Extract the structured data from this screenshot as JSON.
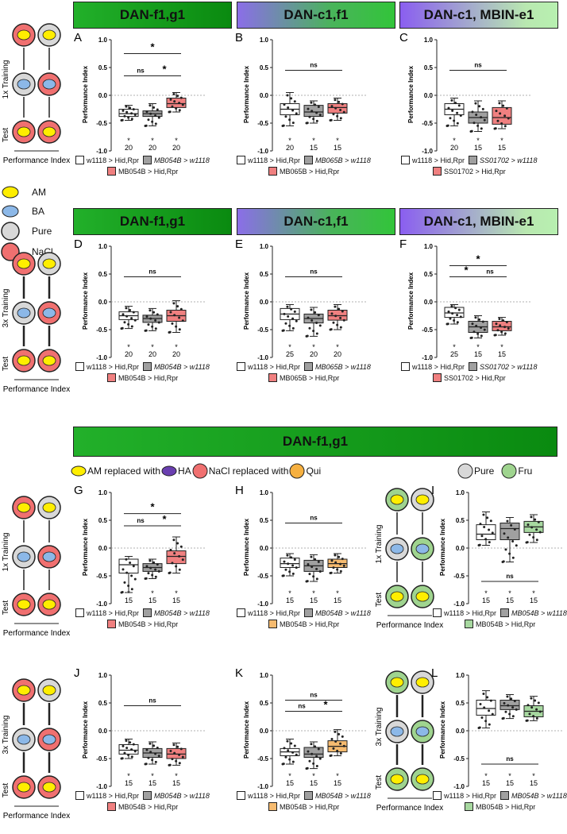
{
  "headers_top": [
    "DAN-f1,g1",
    "DAN-c1,f1",
    "DAN-c1, MBIN-e1"
  ],
  "header_big": "DAN-f1,g1",
  "row2_legend": {
    "am": "AM replaced with",
    "ha": "HA",
    "nacl": "NaCl replaced with",
    "qui": "Qui",
    "pure": "Pure",
    "fru": "Fru"
  },
  "side_legend": {
    "am": "AM",
    "ba": "BA",
    "pure": "Pure",
    "nacl": "NaCl"
  },
  "side_labels": {
    "t1": "1x Training",
    "t3": "3x Training",
    "test": "Test",
    "pi": "Performance Index"
  },
  "ylabel": "Performance Index",
  "colors": {
    "white": "#ffffff",
    "gray": "#a0a0a0",
    "red": "#f08080",
    "orange": "#f6bb70",
    "green": "#a7d8a0"
  },
  "panels": [
    {
      "id": "A",
      "ns": "20",
      "n": [
        "20",
        "20",
        "20"
      ],
      "fill3": "red",
      "g1": "w1118 > Hid,Rpr",
      "g2": "MB054B > w1118",
      "g3": "MB054B > Hid,Rpr",
      "sig": [
        [
          "*",
          0,
          2,
          0.75
        ],
        [
          "ns",
          0,
          1,
          0.35
        ],
        [
          "*",
          1,
          2,
          0.35
        ]
      ],
      "box": [
        [
          -0.45,
          -0.38,
          -0.33,
          -0.25,
          -0.18
        ],
        [
          -0.55,
          -0.38,
          -0.33,
          -0.28,
          -0.15
        ],
        [
          -0.3,
          -0.22,
          -0.15,
          -0.05,
          0.05
        ]
      ]
    },
    {
      "id": "B",
      "n": [
        "20",
        "15",
        "15"
      ],
      "fill3": "red",
      "g1": "w1118 > Hid,Rpr",
      "g2": "MB065B > w1118",
      "g3": "MB065B > Hid,Rpr",
      "sig": [
        [
          "ns",
          0,
          2,
          0.45
        ]
      ],
      "box": [
        [
          -0.55,
          -0.35,
          -0.25,
          -0.15,
          0.05
        ],
        [
          -0.5,
          -0.38,
          -0.3,
          -0.18,
          -0.1
        ],
        [
          -0.45,
          -0.32,
          -0.22,
          -0.15,
          -0.05
        ]
      ]
    },
    {
      "id": "C",
      "n": [
        "20",
        "15",
        "15"
      ],
      "fill3": "red",
      "g1": "w1118 > Hid,Rpr",
      "g2": "SS01702 > w1118",
      "g3": "SS01702 > Hid,Rpr",
      "sig": [
        [
          "ns",
          0,
          2,
          0.45
        ]
      ],
      "box": [
        [
          -0.55,
          -0.35,
          -0.25,
          -0.15,
          -0.05
        ],
        [
          -0.65,
          -0.5,
          -0.4,
          -0.3,
          -0.1
        ],
        [
          -0.6,
          -0.52,
          -0.4,
          -0.22,
          -0.1
        ]
      ]
    },
    {
      "id": "D",
      "n": [
        "20",
        "20",
        "20"
      ],
      "fill3": "red",
      "g1": "w1118 > Hid,Rpr",
      "g2": "MB054B > w1118",
      "g3": "MB054B > Hid,Rpr",
      "sig": [
        [
          "ns",
          0,
          2,
          0.45
        ]
      ],
      "box": [
        [
          -0.48,
          -0.32,
          -0.25,
          -0.18,
          -0.08
        ],
        [
          -0.52,
          -0.37,
          -0.3,
          -0.24,
          -0.12
        ],
        [
          -0.55,
          -0.35,
          -0.25,
          -0.15,
          0.02
        ]
      ]
    },
    {
      "id": "E",
      "n": [
        "25",
        "20",
        "20"
      ],
      "fill3": "red",
      "g1": "w1118 > Hid,Rpr",
      "g2": "MB065B > w1118",
      "g3": "MB065B > Hid,Rpr",
      "sig": [
        [
          "ns",
          0,
          2,
          0.45
        ]
      ],
      "box": [
        [
          -0.52,
          -0.32,
          -0.22,
          -0.12,
          -0.05
        ],
        [
          -0.62,
          -0.38,
          -0.3,
          -0.22,
          -0.1
        ],
        [
          -0.5,
          -0.33,
          -0.25,
          -0.15,
          -0.05
        ]
      ]
    },
    {
      "id": "F",
      "n": [
        "25",
        "15",
        "15"
      ],
      "fill3": "red",
      "g1": "w1118 > Hid,Rpr",
      "g2": "SS01702 > w1118",
      "g3": "SS01702 > Hid,Rpr",
      "sig": [
        [
          "*",
          0,
          2,
          0.65
        ],
        [
          "*",
          0,
          1,
          0.45
        ],
        [
          "ns",
          1,
          2,
          0.45
        ]
      ],
      "box": [
        [
          -0.4,
          -0.28,
          -0.2,
          -0.1,
          -0.05
        ],
        [
          -0.65,
          -0.55,
          -0.45,
          -0.35,
          -0.25
        ],
        [
          -0.6,
          -0.52,
          -0.45,
          -0.35,
          -0.28
        ]
      ]
    },
    {
      "id": "G",
      "n": [
        "15",
        "15",
        "15"
      ],
      "fill3": "red",
      "g1": "w1118 > Hid,Rpr",
      "g2": "MB054B > w1118",
      "g3": "MB054B > Hid,Rpr",
      "sig": [
        [
          "*",
          0,
          2,
          0.62
        ],
        [
          "ns",
          0,
          1,
          0.4
        ],
        [
          "*",
          1,
          2,
          0.4
        ]
      ],
      "box": [
        [
          -0.8,
          -0.45,
          -0.3,
          -0.2,
          -0.15
        ],
        [
          -0.55,
          -0.42,
          -0.35,
          -0.28,
          -0.2
        ],
        [
          -0.45,
          -0.28,
          -0.15,
          -0.05,
          0.2
        ]
      ]
    },
    {
      "id": "H",
      "n": [
        "15",
        "15",
        "15"
      ],
      "fill3": "orange",
      "g1": "w1118 > Hid,Rpr",
      "g2": "MB054B > w1118",
      "g3": "MB054B > Hid,Rpr",
      "sig": [
        [
          "ns",
          0,
          2,
          0.45
        ]
      ],
      "box": [
        [
          -0.5,
          -0.35,
          -0.28,
          -0.18,
          -0.1
        ],
        [
          -0.6,
          -0.42,
          -0.32,
          -0.22,
          -0.12
        ],
        [
          -0.45,
          -0.35,
          -0.28,
          -0.2,
          -0.1
        ]
      ]
    },
    {
      "id": "I",
      "n": [
        "15",
        "15",
        "15"
      ],
      "fill3": "green",
      "g1": "w1118 > Hid,Rpr",
      "g2": "MB054B > w1118",
      "g3": "MB054B > Hid,Rpr",
      "sig": [
        [
          "ns",
          0,
          2,
          -0.6
        ]
      ],
      "box": [
        [
          0.05,
          0.15,
          0.25,
          0.42,
          0.65
        ],
        [
          -0.25,
          0.15,
          0.35,
          0.45,
          0.55
        ],
        [
          0.1,
          0.28,
          0.38,
          0.48,
          0.6
        ]
      ]
    },
    {
      "id": "J",
      "n": [
        "15",
        "15",
        "15"
      ],
      "fill3": "red",
      "g1": "w1118 > Hid,Rpr",
      "g2": "MB054B > w1118",
      "g3": "MB054B > Hid,Rpr",
      "sig": [
        [
          "ns",
          0,
          2,
          0.45
        ]
      ],
      "box": [
        [
          -0.5,
          -0.42,
          -0.35,
          -0.25,
          -0.15
        ],
        [
          -0.6,
          -0.48,
          -0.4,
          -0.32,
          -0.2
        ],
        [
          -0.62,
          -0.5,
          -0.42,
          -0.32,
          -0.22
        ]
      ]
    },
    {
      "id": "K",
      "n": [
        "15",
        "15",
        "15"
      ],
      "fill3": "orange",
      "g1": "w1118 > Hid,Rpr",
      "g2": "MB054B > w1118",
      "g3": "MB054B > Hid,Rpr",
      "sig": [
        [
          "ns",
          0,
          2,
          0.55
        ],
        [
          "ns",
          0,
          1,
          0.35
        ],
        [
          "*",
          1,
          2,
          0.35
        ]
      ],
      "box": [
        [
          -0.6,
          -0.45,
          -0.38,
          -0.32,
          -0.15
        ],
        [
          -0.68,
          -0.48,
          -0.42,
          -0.3,
          -0.2
        ],
        [
          -0.45,
          -0.38,
          -0.28,
          -0.18,
          0.02
        ]
      ]
    },
    {
      "id": "L",
      "n": [
        "15",
        "15",
        "15"
      ],
      "fill3": "green",
      "g1": "w1118 > Hid,Rpr",
      "g2": "MB054B > w1118",
      "g3": "MB054B > Hid,Rpr",
      "sig": [
        [
          "ns",
          0,
          2,
          -0.6
        ]
      ],
      "box": [
        [
          0.05,
          0.28,
          0.4,
          0.55,
          0.72
        ],
        [
          0.22,
          0.38,
          0.45,
          0.55,
          0.65
        ],
        [
          0.18,
          0.25,
          0.35,
          0.45,
          0.62
        ]
      ]
    }
  ]
}
